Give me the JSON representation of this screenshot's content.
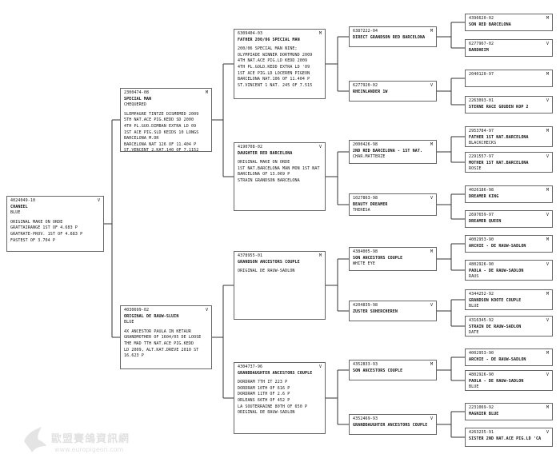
{
  "pedigree": {
    "subject": {
      "ring": "4024049-10",
      "sex": "V",
      "lines": [
        "CHANEEL",
        "BLUE",
        "",
        "ORIGINAL MAKE ON ORDE",
        "GRATTAIRANGE 1ST OF 4.683 P",
        "GRATRATE-PROV. 1ST OF 4.683 P",
        "FASTEST OF 3.704 P"
      ]
    },
    "sire": {
      "ring": "2300474-08",
      "sex": "M",
      "lines": [
        "SPECIAL MAN",
        "CHEQUERED",
        "",
        "SLEMPAGRE TINTZE DISMEMED 2009",
        "5TH NAT.ACE PIG.KEDD SD 2000",
        "4TH PL.GUO.DIMBAN EXTRA LD 09",
        "1ST ACE PIG.SLD KEIDS 10 LONGS",
        "BARCELONA M.DR",
        "BARCELONA NAT 126 OF 11.404 P",
        "ST.VENCENT 2.KAT.140 OF 7.1152"
      ]
    },
    "dam": {
      "ring": "4030699-02",
      "sex": "V",
      "lines": [
        "ORIGINAL DE RAUW-SLUIN",
        "BLUE",
        "",
        "4X ANCESTOR PAULA IN KETAUR",
        "GRANDMOTHER OF 1604/05 DE LOOSE",
        "THE MAD TTH NAT.ACE PIG.KEDD",
        "LD 2009, ALT.KAT.DREVE 2010 ST",
        "16.623 P"
      ]
    },
    "ss": {
      "ring": "6309404-03",
      "sex": "M",
      "lines": [
        "FATHER 200/06 SPECIAL MAN",
        "",
        "200/06 SPECIAL MAN NINE;",
        "OLYMPIADE WINNER DORTMUND 2009",
        "4TH NAT.ACE PIG.LD KEDD 2009",
        "4TH PL.GOLD.KEDD EXTRA LD '09",
        "1ST ACE PIG.LD LOCEREN PIGEON",
        "BARCELONA NAT.106 OF 11.404 P",
        "ST.VINCENT 1 NAT. 245 OF 7.515"
      ]
    },
    "sd": {
      "ring": "4190708-02",
      "sex": "V",
      "lines": [
        "DAUGHTER RED BARCELONA",
        "",
        "ORIGINAL MAKE ON ORDE",
        "1ST NAT.BARCELONA MAN MON 1ST NAT",
        "BARCELONA OF 13.069 P",
        "STRAIN GRANDSON BARCELONA"
      ]
    },
    "ds": {
      "ring": "4378955-01",
      "sex": "M",
      "lines": [
        "GRANDSON ANCESTORS COUPLE",
        "",
        "ORIGINAL DE RAUW-SADLON"
      ]
    },
    "dd": {
      "ring": "4304737-96",
      "sex": "V",
      "lines": [
        "GRANDDAUGHTER ANCESTORS COUPLE",
        "",
        "DORDRAM 7TH IT 223 P",
        "DORDRAM 10TH OF 616 P",
        "DORDRAM 11TH OF 2.6 P",
        "ORLEANS 66TH OF 452 P",
        "LA SOUTERRAINE 80TH OF 650 P",
        "ORIGINAL DE RAUW-SADLON"
      ]
    },
    "g1": {
      "ring": "6387222-04",
      "sex": "M",
      "lines": [
        "DIRECT GRANDSON RED BARCELONA"
      ]
    },
    "g2": {
      "ring": "6277920-02",
      "sex": "V",
      "lines": [
        "RHEINLANDER 1W"
      ]
    },
    "g3": {
      "ring": "2000426-98",
      "sex": "M",
      "lines": [
        "2ND RED BARCELONA - 1ST NAT.",
        "CHAR.MATTERZE"
      ]
    },
    "g4": {
      "ring": "1027863-98",
      "sex": "V",
      "lines": [
        "BEAUTY DREAMER",
        "THERESA"
      ]
    },
    "g5": {
      "ring": "4384005-98",
      "sex": "M",
      "lines": [
        "SON ANCESTORS COUPLE",
        "WHITE EYE"
      ]
    },
    "g6": {
      "ring": "4204839-98",
      "sex": "V",
      "lines": [
        "ZUSTER SOHERCHEREN"
      ]
    },
    "g7": {
      "ring": "4352833-93",
      "sex": "M",
      "lines": [
        "SON ANCESTORS COUPLE"
      ]
    },
    "g8": {
      "ring": "4352469-93",
      "sex": "V",
      "lines": [
        "GRANDDAUGHTER ANCESTORS COUPLE"
      ]
    },
    "h1": {
      "ring": "4396620-02",
      "sex": "M",
      "lines": [
        "SON RED BARCELONA"
      ]
    },
    "h2": {
      "ring": "6277967-02",
      "sex": "V",
      "lines": [
        "BARDHEIM"
      ]
    },
    "h3": {
      "ring": "2040120-97",
      "sex": "M",
      "lines": []
    },
    "h4": {
      "ring": "2263093-01",
      "sex": "V",
      "lines": [
        "STERNE RACE  GOUDEN KOP 2"
      ]
    },
    "h5": {
      "ring": "2953784-97",
      "sex": "M",
      "lines": [
        "FATHER 1ST NAT.BARCELONA",
        "BLACKCHECKS"
      ]
    },
    "h6": {
      "ring": "2291557-97",
      "sex": "V",
      "lines": [
        "MOTHER 1ST NAT.BARCELONA",
        "ROSIE"
      ]
    },
    "h7": {
      "ring": "4026186-98",
      "sex": "M",
      "lines": [
        "DREAMER KING"
      ]
    },
    "h8": {
      "ring": "2697659-97",
      "sex": "V",
      "lines": [
        "DREAMER QUEEN"
      ]
    },
    "h9": {
      "ring": "4002953-90",
      "sex": "M",
      "lines": [
        "ARCHIE - DE RAUW-SADLON"
      ]
    },
    "h10": {
      "ring": "4802926-90",
      "sex": "V",
      "lines": [
        "PAOLA - DE RAUW-SADLON",
        "RAUS"
      ]
    },
    "h11": {
      "ring": "4344252-92",
      "sex": "M",
      "lines": [
        "GRANDSON KOOTE COUPLE",
        "BLUE"
      ]
    },
    "h12": {
      "ring": "4316345-92",
      "sex": "V",
      "lines": [
        "STRAIN DE RAUW-SADLON",
        "DATE"
      ]
    },
    "h13": {
      "ring": "4002953-90",
      "sex": "M",
      "lines": [
        "ARCHIE - DE RAUW-SADLON"
      ]
    },
    "h14": {
      "ring": "4802926-90",
      "sex": "V",
      "lines": [
        "PAOLA - DE RAUW-SADLON",
        "BLUE"
      ]
    },
    "h15": {
      "ring": "2231069-92",
      "sex": "M",
      "lines": [
        "MAGNIER BLUE"
      ]
    },
    "h16": {
      "ring": "4263235-91",
      "sex": "V",
      "lines": [
        "SISTER 2ND NAT.ACE PIG.LD 'CA"
      ]
    }
  },
  "watermark": {
    "text": "歐盟賽鴿資訊網",
    "url": "www.europigeon.com",
    "icon": "dove-logo"
  }
}
